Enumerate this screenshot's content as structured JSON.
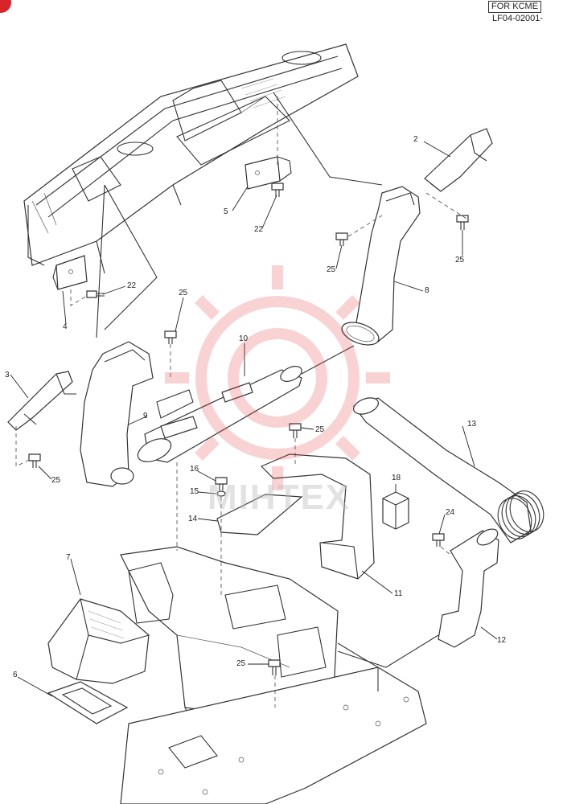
{
  "header": {
    "variant_tag": "FOR KCME",
    "ref_code": "LF04-02001-"
  },
  "watermark": {
    "text": "MIHTEX",
    "color": "#e63a3a"
  },
  "colors": {
    "corner_marker": "#d9242c",
    "line": "#333333"
  },
  "callouts": [
    {
      "id": "c2",
      "label": "2"
    },
    {
      "id": "c5",
      "label": "5"
    },
    {
      "id": "c22a",
      "label": "22"
    },
    {
      "id": "c25a",
      "label": "25"
    },
    {
      "id": "c25b",
      "label": "25"
    },
    {
      "id": "c8",
      "label": "8"
    },
    {
      "id": "c4",
      "label": "4"
    },
    {
      "id": "c22b",
      "label": "22"
    },
    {
      "id": "c25c",
      "label": "25"
    },
    {
      "id": "c10",
      "label": "10"
    },
    {
      "id": "c3",
      "label": "3"
    },
    {
      "id": "c9",
      "label": "9"
    },
    {
      "id": "c25d",
      "label": "25"
    },
    {
      "id": "c13",
      "label": "13"
    },
    {
      "id": "c25e",
      "label": "25"
    },
    {
      "id": "c16",
      "label": "16"
    },
    {
      "id": "c15",
      "label": "15"
    },
    {
      "id": "c18",
      "label": "18"
    },
    {
      "id": "c14",
      "label": "14"
    },
    {
      "id": "c24",
      "label": "24"
    },
    {
      "id": "c7",
      "label": "7"
    },
    {
      "id": "c11",
      "label": "11"
    },
    {
      "id": "c12",
      "label": "12"
    },
    {
      "id": "c25f",
      "label": "25"
    },
    {
      "id": "c6",
      "label": "6"
    }
  ]
}
